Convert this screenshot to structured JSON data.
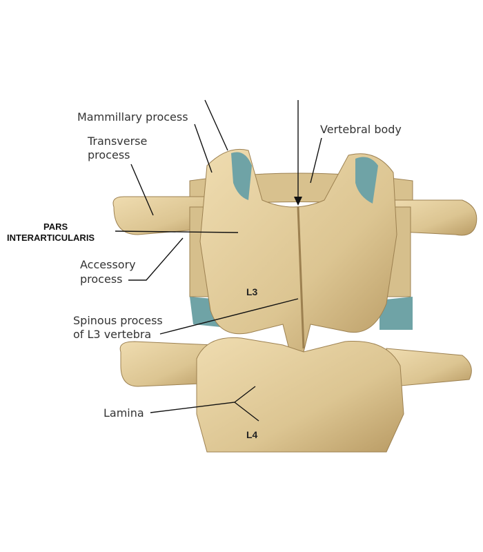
{
  "figure": {
    "labels": {
      "mammillary": "Mammillary process",
      "vertebral_body": "Vertebral body",
      "transverse_1": "Transverse",
      "transverse_2": "process",
      "pars_1": "PARS",
      "pars_2": "INTERARTICULARIS",
      "accessory_1": "Accessory",
      "accessory_2": "process",
      "spinous_1": "Spinous process",
      "spinous_2": "of L3 vertebra",
      "lamina": "Lamina",
      "l3": "L3",
      "l4": "L4"
    },
    "colors": {
      "bone": "#e2cd9c",
      "bone_shadow": "#b89a62",
      "cartilage": "#6fa3a6",
      "line": "#111111"
    }
  }
}
